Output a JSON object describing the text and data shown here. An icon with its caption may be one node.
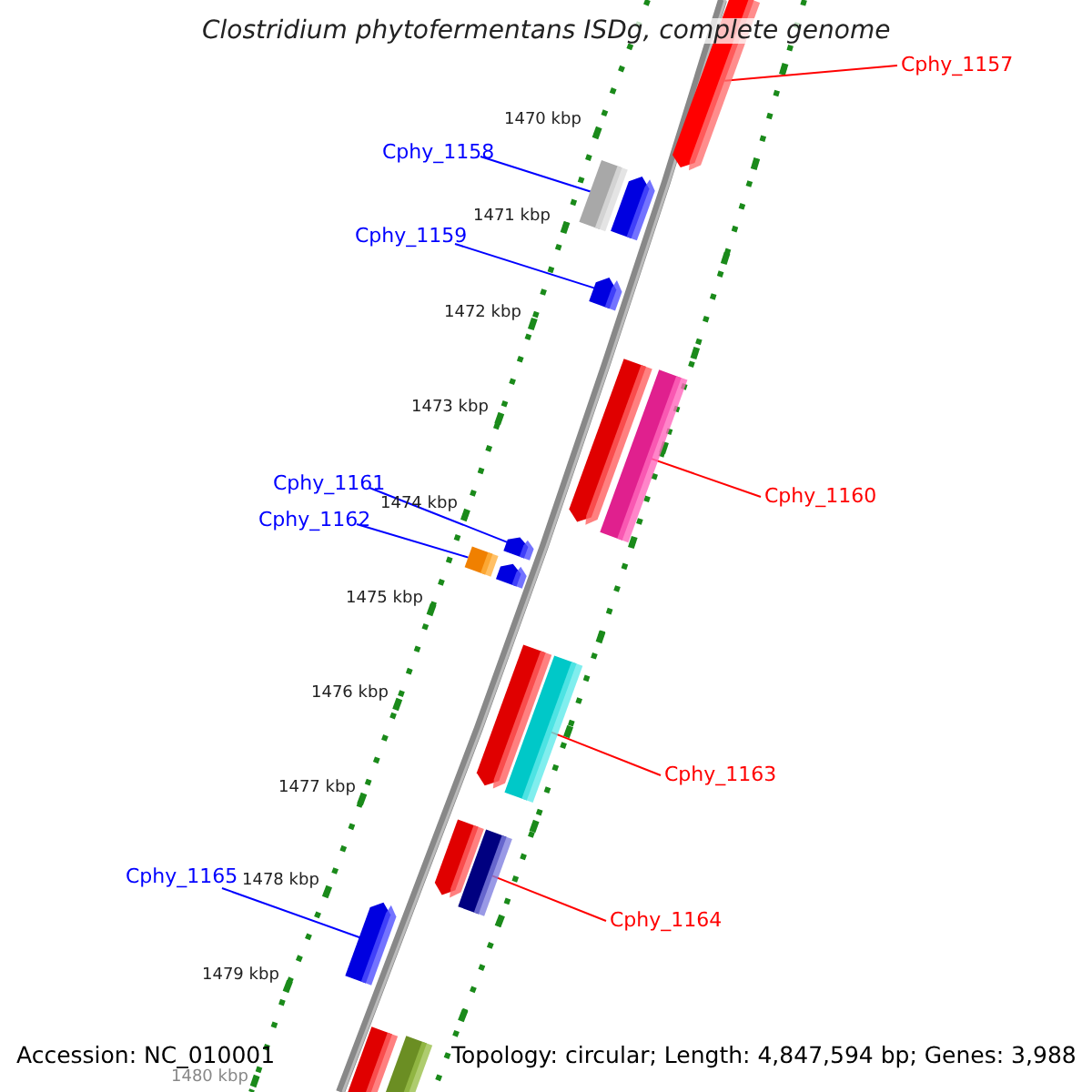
{
  "diagram": {
    "title": "Clostridium phytofermentans ISDg, complete genome",
    "nodes": [
      {
        "text": [
          "Cphy_1157"
        ]
      },
      {
        "text": [
          "Cphy_1158"
        ]
      },
      {
        "text": [
          "Cphy_1159"
        ]
      },
      {
        "text": [
          "Cphy_1160"
        ]
      },
      {
        "text": [
          "Cphy_1161"
        ]
      },
      {
        "text": [
          "Cphy_1162"
        ]
      },
      {
        "text": [
          "Cphy_1163"
        ]
      },
      {
        "text": [
          "Cphy_1164"
        ]
      },
      {
        "text": [
          "Cphy_1165"
        ]
      },
      {
        "text": [],
        "shape": "pentagon"
      },
      {
        "text": [],
        "shape": "bar"
      },
      {
        "text": [],
        "shape": "pentagon"
      },
      {
        "text": [],
        "shape": "bar"
      },
      {
        "text": [],
        "shape": "pentagon"
      },
      {
        "text": [],
        "shape": "bar"
      },
      {
        "text": [],
        "shape": "bar"
      },
      {
        "text": [],
        "shape": "bar"
      },
      {
        "text": [],
        "shape": "pentagon"
      },
      {
        "text": [],
        "shape": "pentagon"
      },
      {
        "text": [],
        "shape": "pentagon"
      },
      {
        "text": [],
        "shape": "pentagon"
      },
      {
        "text": [],
        "shape": "pentagon"
      },
      {
        "text": [],
        "shape": "pentagon"
      },
      {
        "text": [],
        "shape": "bar"
      },
      {
        "text": [],
        "shape": "bar"
      }
    ],
    "edges": [
      {
        "from": 0,
        "to": 9,
        "arrow": "none",
        "color": "#ff0000"
      },
      {
        "from": 1,
        "to": 10,
        "arrow": "none"
      },
      {
        "from": 2,
        "to": 11,
        "arrow": "none"
      },
      {
        "from": 3,
        "to": 12,
        "arrow": "none",
        "color": "#ff0000"
      },
      {
        "from": 4,
        "to": 13,
        "arrow": "none"
      },
      {
        "from": 5,
        "to": 14,
        "arrow": "none"
      },
      {
        "from": 6,
        "to": 15,
        "arrow": "none",
        "color": "#ff0000"
      },
      {
        "from": 7,
        "to": 16,
        "arrow": "none",
        "color": "#ff0000"
      },
      {
        "from": 8,
        "to": 17,
        "arrow": "none"
      }
    ],
    "labels": [
      "1470 kbp",
      "1471 kbp",
      "1472 kbp",
      "1473 kbp",
      "1474 kbp",
      "1475 kbp",
      "1476 kbp",
      "1477 kbp",
      "1478 kbp",
      "1479 kbp",
      "1480 kbp",
      "Accession: NC_010001",
      "Topology: circular; Length: 4,847,594 bp; Genes: 3,988"
    ]
  }
}
